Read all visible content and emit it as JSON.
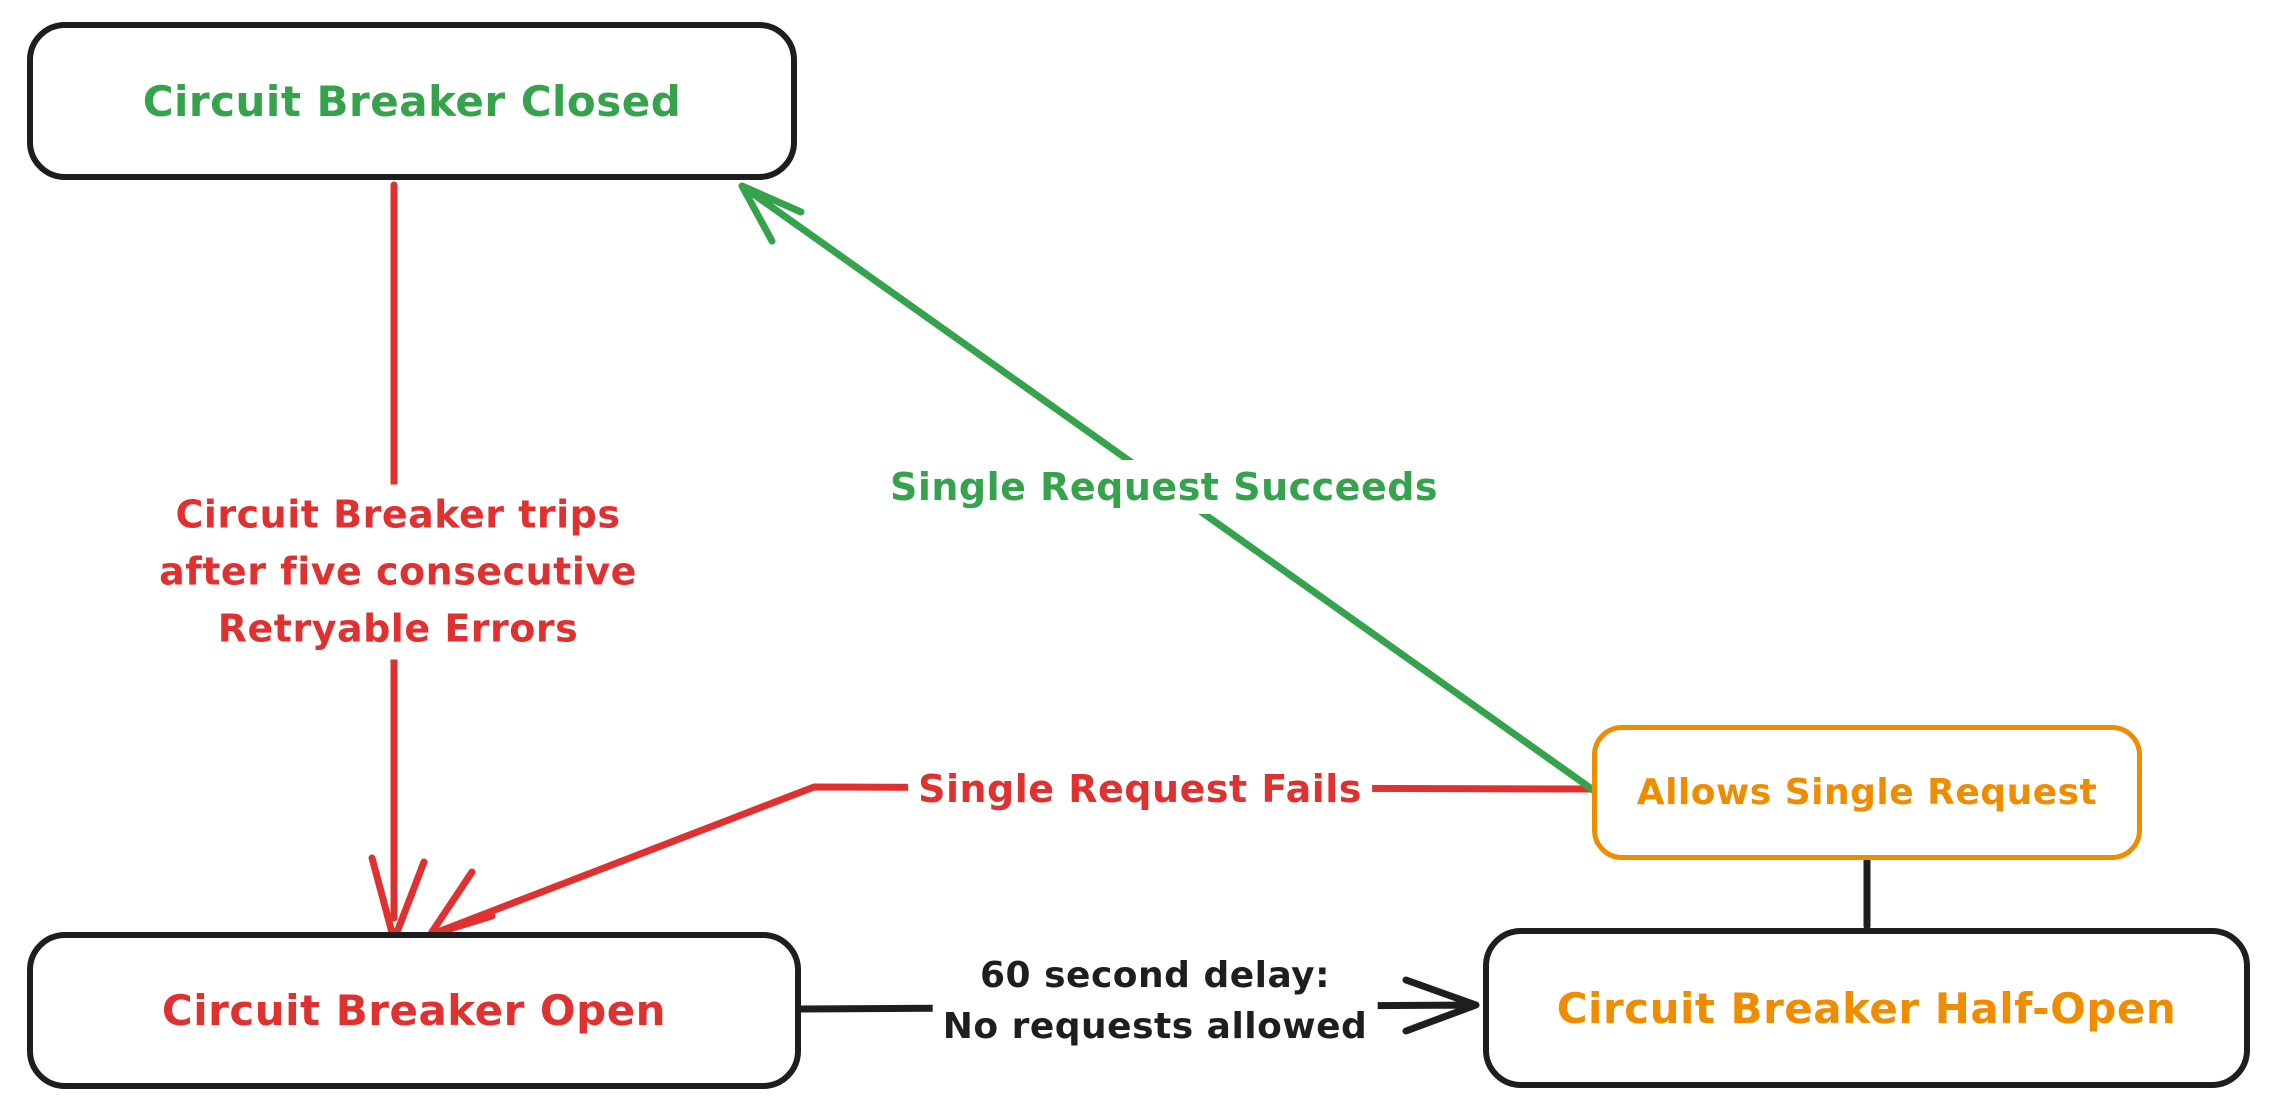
{
  "colors": {
    "green": "#35a24c",
    "red": "#e03131",
    "orange": "#f08c00",
    "ink": "#1e1e1e",
    "background": "#ffffff"
  },
  "nodes": {
    "closed": {
      "label": "Circuit Breaker Closed"
    },
    "open": {
      "label": "Circuit Breaker Open"
    },
    "half_open": {
      "label": "Circuit Breaker Half-Open"
    },
    "allows": {
      "label": "Allows Single Request"
    }
  },
  "edges": {
    "trip": {
      "label": "Circuit Breaker trips\nafter five consecutive\nRetryable Errors"
    },
    "succeeds": {
      "label": "Single Request Succeeds"
    },
    "fails": {
      "label": "Single Request Fails"
    },
    "delay": {
      "label": "60 second delay:\nNo requests allowed"
    }
  }
}
